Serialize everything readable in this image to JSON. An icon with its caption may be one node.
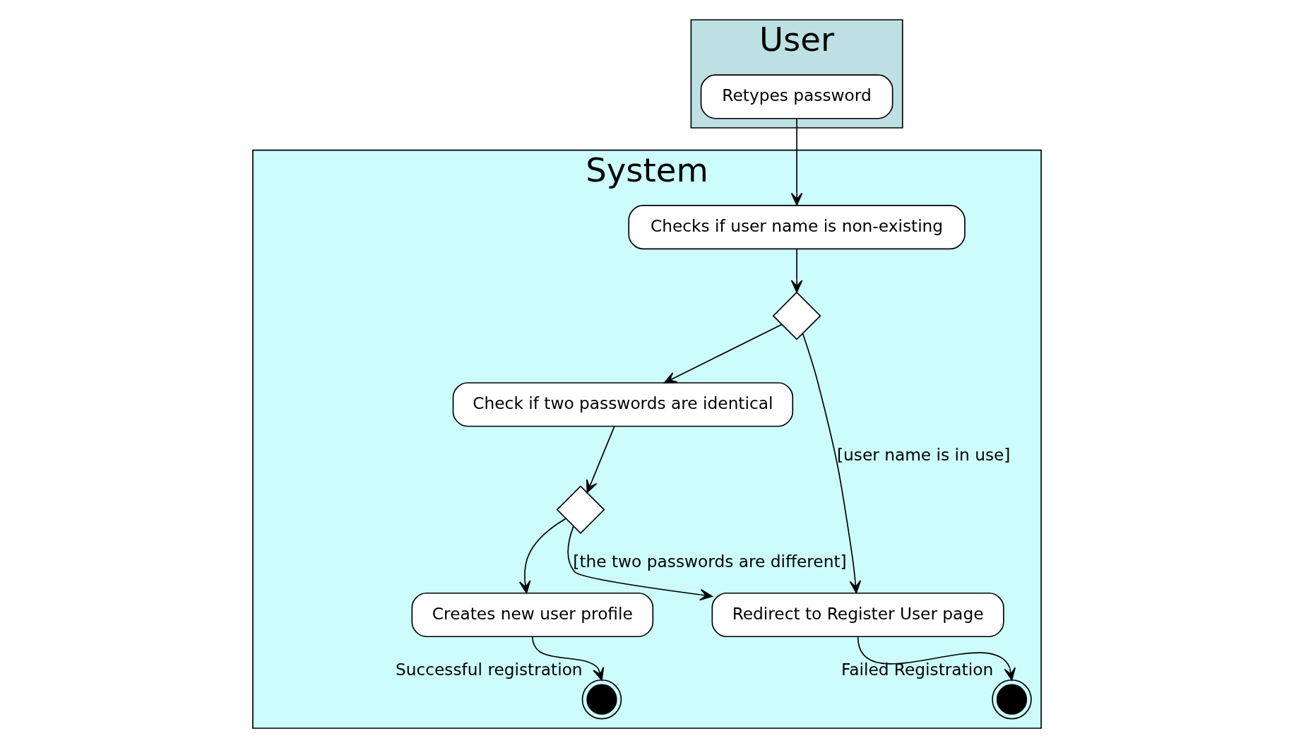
{
  "diagram": {
    "nodes": [
      {
        "text": [
          "User"
        ]
      },
      {
        "text": [
          "System"
        ]
      },
      {
        "text": [
          "Retypes password"
        ],
        "in": 0
      },
      {
        "text": [
          "Checks if user name is non-existing"
        ],
        "in": 1
      },
      {
        "text": [],
        "shape": "diamond",
        "in": 1
      },
      {
        "text": [
          "Check if two passwords are identical"
        ],
        "in": 1
      },
      {
        "text": [
          "Redirect to Register User page"
        ],
        "in": 1
      },
      {
        "text": [],
        "shape": "diamond",
        "in": 1
      },
      {
        "text": [],
        "shape": "circle",
        "beside": [
          "Failed Registration"
        ],
        "in": 1
      },
      {
        "text": [
          "Creates new user profile"
        ],
        "in": 1
      },
      {
        "text": [],
        "shape": "circle",
        "beside": [
          "Successful registration"
        ],
        "in": 1
      }
    ],
    "edges": [
      {
        "from": 2,
        "to": 3,
        "arrow": "to"
      },
      {
        "from": 3,
        "to": 4,
        "arrow": "to"
      },
      {
        "from": 4,
        "to": 6,
        "arrow": "to",
        "label": "[user name is in use]"
      },
      {
        "from": 4,
        "to": 5,
        "arrow": "to"
      },
      {
        "from": 5,
        "to": 7,
        "arrow": "to"
      },
      {
        "from": 7,
        "to": 6,
        "arrow": "to",
        "label": "[the two passwords are different]"
      },
      {
        "from": 7,
        "to": 9,
        "arrow": "to"
      },
      {
        "from": 6,
        "to": 8,
        "arrow": "to"
      },
      {
        "from": 9,
        "to": 10,
        "arrow": "to"
      }
    ]
  }
}
